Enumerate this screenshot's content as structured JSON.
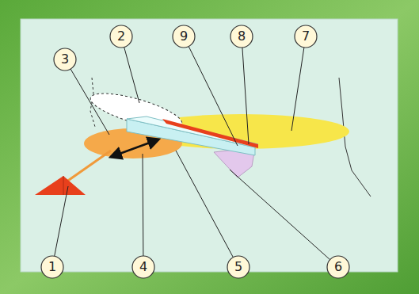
{
  "diagram": {
    "labels": [
      "3",
      "2",
      "9",
      "8",
      "7",
      "1",
      "4",
      "5",
      "6"
    ]
  }
}
